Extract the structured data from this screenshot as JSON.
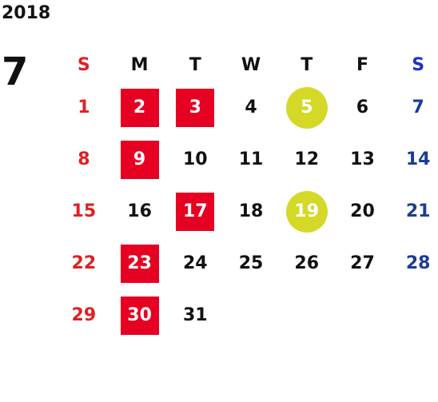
{
  "calendar": {
    "year": "2018",
    "month": "7",
    "weekdays": [
      "S",
      "M",
      "T",
      "W",
      "T",
      "F",
      "S"
    ],
    "weeks": [
      [
        {
          "d": "1",
          "t": "sun"
        },
        {
          "d": "2",
          "t": "event"
        },
        {
          "d": "3",
          "t": "event"
        },
        {
          "d": "4",
          "t": ""
        },
        {
          "d": "5",
          "t": "highlight"
        },
        {
          "d": "6",
          "t": ""
        },
        {
          "d": "7",
          "t": "sat"
        }
      ],
      [
        {
          "d": "8",
          "t": "sun"
        },
        {
          "d": "9",
          "t": "event"
        },
        {
          "d": "10",
          "t": ""
        },
        {
          "d": "11",
          "t": ""
        },
        {
          "d": "12",
          "t": ""
        },
        {
          "d": "13",
          "t": ""
        },
        {
          "d": "14",
          "t": "sat"
        }
      ],
      [
        {
          "d": "15",
          "t": "sun"
        },
        {
          "d": "16",
          "t": ""
        },
        {
          "d": "17",
          "t": "event"
        },
        {
          "d": "18",
          "t": ""
        },
        {
          "d": "19",
          "t": "highlight"
        },
        {
          "d": "20",
          "t": ""
        },
        {
          "d": "21",
          "t": "sat"
        }
      ],
      [
        {
          "d": "22",
          "t": "sun"
        },
        {
          "d": "23",
          "t": "event"
        },
        {
          "d": "24",
          "t": ""
        },
        {
          "d": "25",
          "t": ""
        },
        {
          "d": "26",
          "t": ""
        },
        {
          "d": "27",
          "t": ""
        },
        {
          "d": "28",
          "t": "sat"
        }
      ],
      [
        {
          "d": "29",
          "t": "sun"
        },
        {
          "d": "30",
          "t": "event"
        },
        {
          "d": "31",
          "t": ""
        },
        {
          "d": "",
          "t": ""
        },
        {
          "d": "",
          "t": ""
        },
        {
          "d": "",
          "t": ""
        },
        {
          "d": "",
          "t": ""
        }
      ]
    ]
  },
  "colors": {
    "sunday": "#e02020",
    "saturday": "#1a3d96",
    "saturday_header": "#1f32c8",
    "event_box": "#e60022",
    "highlight_circle": "#d3d926",
    "text": "#111111"
  }
}
